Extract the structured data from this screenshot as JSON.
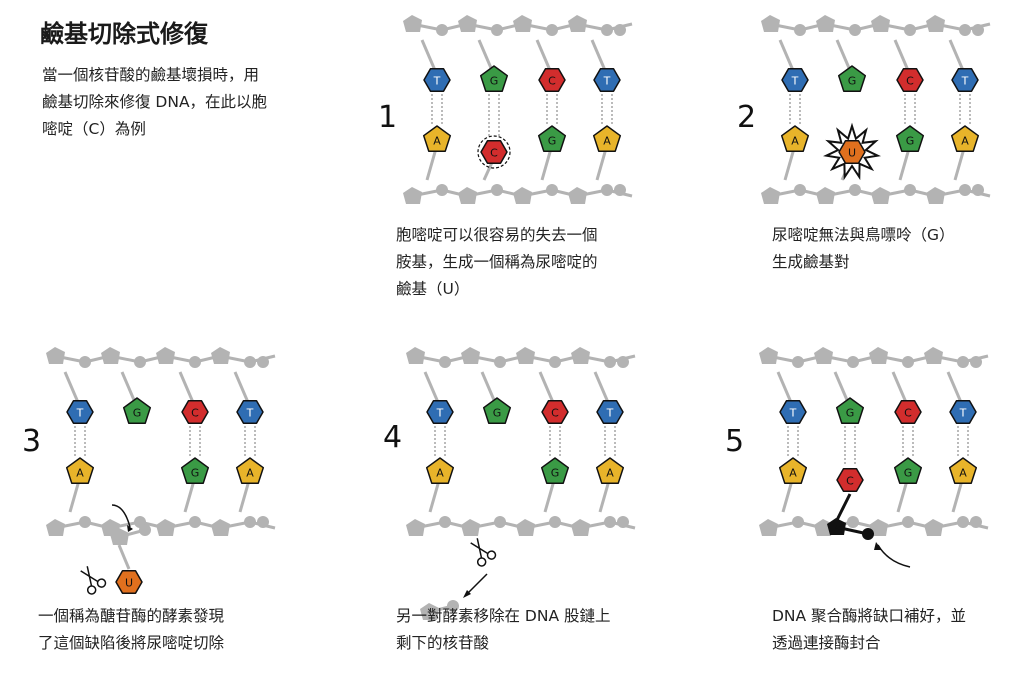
{
  "title": "鹼基切除式修復",
  "intro": [
    "當一個核苷酸的鹼基壞損時，用",
    "鹼基切除來修復 DNA，在此以胞",
    "嘧啶（C）為例"
  ],
  "colors": {
    "backbone": "#b3b3b3",
    "T": "#2f6db3",
    "A": "#e8b42a",
    "C": "#d22d2d",
    "G": "#3a9a45",
    "U": "#e0701e",
    "ink": "#111111"
  },
  "bases": {
    "T": "T",
    "A": "A",
    "C": "C",
    "G": "G",
    "U": "U"
  },
  "steps": [
    {
      "number": "1",
      "caption": [
        "胞嘧啶可以很容易的失去一個",
        "胺基，生成一個稱為尿嘧啶的",
        "鹼基（U）"
      ]
    },
    {
      "number": "2",
      "caption": [
        "尿嘧啶無法與鳥嘌呤（G）",
        "生成鹼基對"
      ]
    },
    {
      "number": "3",
      "caption": [
        "一個稱為醣苷酶的酵素發現",
        "了這個缺陷後將尿嘧啶切除"
      ]
    },
    {
      "number": "4",
      "caption": [
        "另一對酵素移除在 DNA 股鏈上",
        "剩下的核苷酸"
      ]
    },
    {
      "number": "5",
      "caption": [
        "DNA 聚合酶將缺口補好，並",
        "透過連接酶封合"
      ]
    }
  ]
}
